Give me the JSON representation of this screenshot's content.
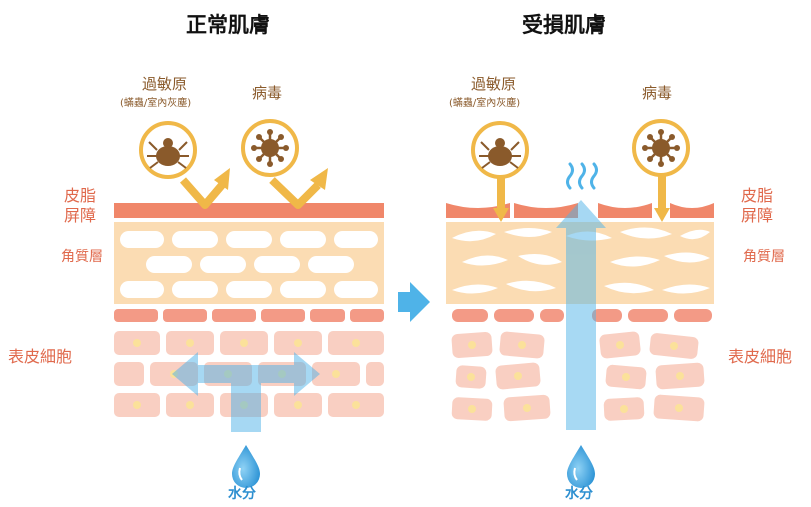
{
  "normal": {
    "title": "正常肌膚",
    "allergen_label": "過敏原",
    "allergen_sub": "(蟎蟲/室內灰塵)",
    "virus_label": "病毒",
    "barrier_label": [
      "皮脂",
      "屏障"
    ],
    "stratum_label": "角質層",
    "epidermis_label": "表皮細胞",
    "water_label": "水分"
  },
  "damaged": {
    "title": "受損肌膚",
    "allergen_label": "過敏原",
    "allergen_sub": "(蟎蟲/室內灰塵)",
    "virus_label": "病毒",
    "barrier_label": [
      "皮脂",
      "屏障"
    ],
    "stratum_label": "角質層",
    "epidermis_label": "表皮細胞",
    "water_label": "水分"
  },
  "colors": {
    "barrier": "#f0876a",
    "stratum_bg": "#fbdcb3",
    "cell_light": "#f9cfc2",
    "cell_dark": "#f39a86",
    "nucleus": "#fbe19a",
    "arrow_gold": "#f0b848",
    "water_blue": "#4fb3e8",
    "label_brown": "#8a5a2b",
    "label_red": "#e0694c",
    "title_black": "#111111"
  },
  "icons": [
    "mite-icon",
    "virus-icon",
    "water-drop-icon",
    "steam-icon",
    "transition-arrow-icon"
  ]
}
